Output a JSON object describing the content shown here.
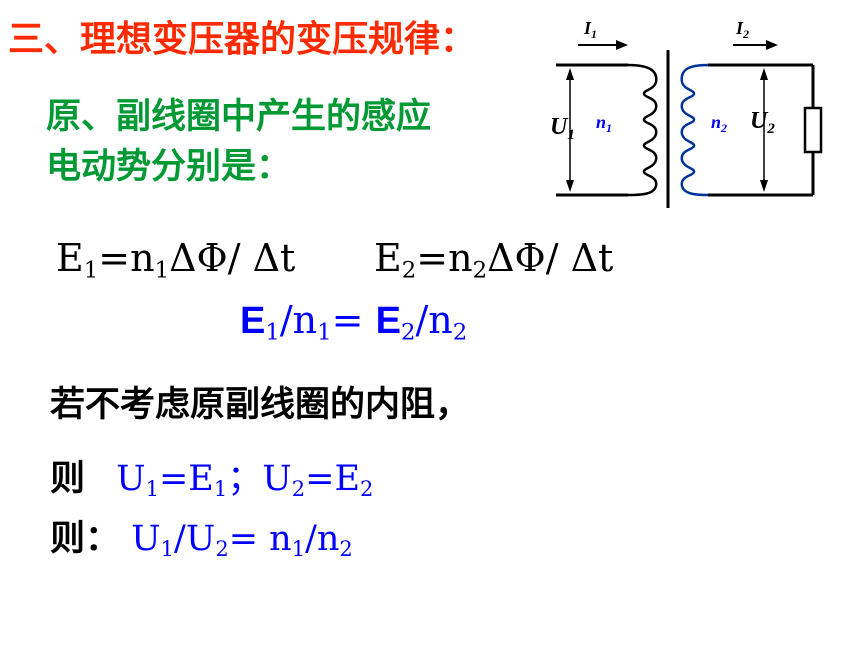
{
  "title": "三、理想变压器的变压规律：",
  "intro": {
    "line1": "原、副线圈中产生的感应",
    "line2": "电动势分别是："
  },
  "circuit": {
    "i1": "I",
    "i1_sub": "1",
    "i2": "I",
    "i2_sub": "2",
    "u1": "U",
    "u1_sub": "1",
    "u2": "U",
    "u2_sub": "2",
    "n1": "n",
    "n1_sub": "1",
    "n2": "n",
    "n2_sub": "2"
  },
  "eq1": {
    "e": "E",
    "e_sub": "1",
    "mid": "=n",
    "n_sub": "1",
    "tail": "ΔΦ/ Δt"
  },
  "eq2": {
    "e": "E",
    "e_sub": "2",
    "mid": "=n",
    "n_sub": "2",
    "tail": "ΔΦ/ Δt"
  },
  "ratio": {
    "e1": "E",
    "e1_sub": "1",
    "div1": "/n",
    "n1_sub": "1",
    "eq": "= ",
    "e2": "E",
    "e2_sub": "2",
    "div2": "/n",
    "n2_sub": "2"
  },
  "note": "若不考虑原副线圈的内阻，",
  "result1": {
    "prefix": "则",
    "u1": "U",
    "u1_sub": "1",
    "eq1": "=E",
    "e1_sub": "1",
    "sep": "；",
    "u2": "U",
    "u2_sub": "2",
    "eq2": "=E",
    "e2_sub": "2"
  },
  "result2": {
    "prefix": "则：",
    "u1": "U",
    "u1_sub": "1",
    "div": "/U",
    "u2_sub": "2",
    "eq": "= n",
    "n1_sub": "1",
    "div2": "/n",
    "n2_sub": "2"
  },
  "colors": {
    "title": "#ff2a00",
    "green": "#009933",
    "blue": "#0000ff",
    "black": "#000000",
    "coil_left": "#000000",
    "coil_blue": "#003399"
  }
}
